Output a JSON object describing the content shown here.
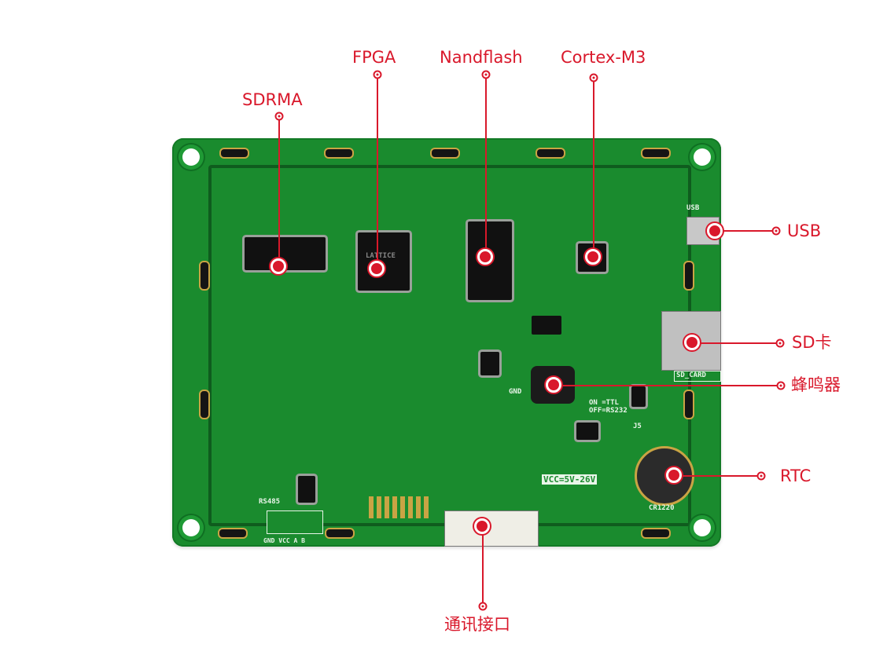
{
  "title": "",
  "board": {
    "silkscreen": {
      "usb": "USB",
      "sd_card": "SD_CARD",
      "rs485": "RS485",
      "rs485_pins": "GND VCC  A   B",
      "vcc": "VCC=5V-26V",
      "jumper_on": "ON =TTL",
      "jumper_off": "OFF=RS232",
      "rtc_part": "CR1220",
      "gnd": "GND",
      "chip_fpga": "LATTICE",
      "j5": "J5"
    }
  },
  "callouts": [
    {
      "id": "sdrma",
      "label": "SDRMA"
    },
    {
      "id": "fpga",
      "label": "FPGA"
    },
    {
      "id": "nandflash",
      "label": "Nandflash"
    },
    {
      "id": "cortex",
      "label": "Cortex-M3"
    },
    {
      "id": "usb",
      "label": "USB"
    },
    {
      "id": "sdcard",
      "label": "SD卡"
    },
    {
      "id": "buzzer",
      "label": "蜂鸣器"
    },
    {
      "id": "rtc",
      "label": "RTC"
    },
    {
      "id": "comm",
      "label": "通讯接口"
    }
  ],
  "colors": {
    "accent": "#d9182b",
    "board": "#1a8b2e"
  }
}
